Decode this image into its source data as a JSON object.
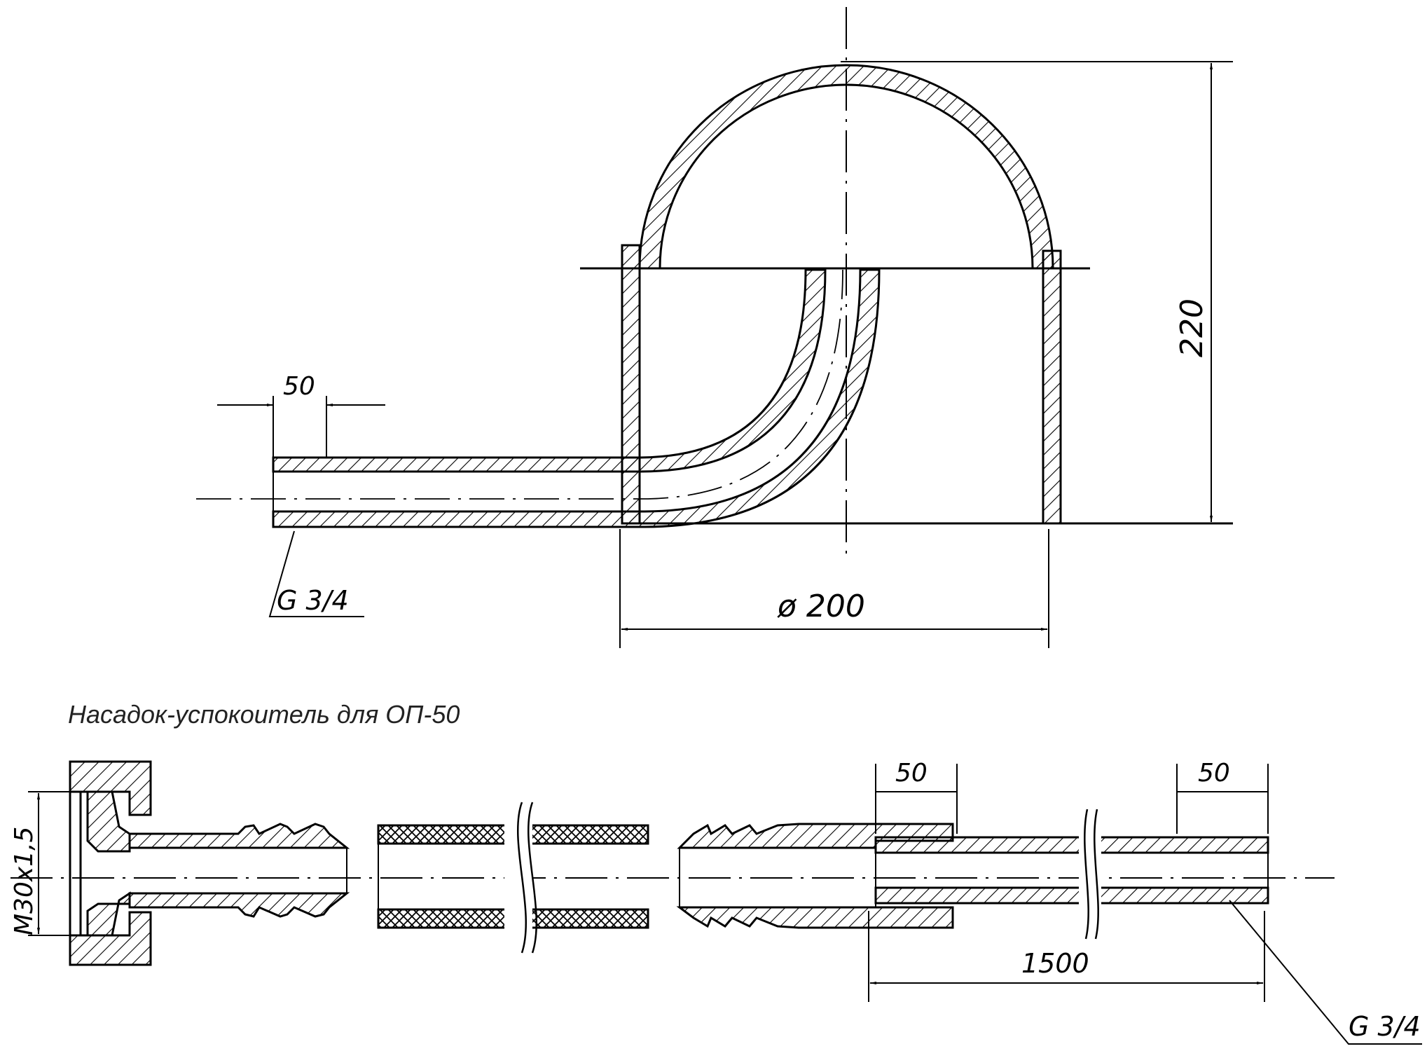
{
  "caption": "Насадок-успокоитель для ОП-50",
  "top_view": {
    "dim_inlet_length": "50",
    "dim_diameter": "ø 200",
    "dim_height": "220",
    "thread_label": "G 3/4"
  },
  "bottom_view": {
    "thread_metric": "M30x1,5",
    "dim_left_50": "50",
    "dim_right_50": "50",
    "dim_length": "1500",
    "thread_label": "G 3/4"
  },
  "colors": {
    "ink": "#000000",
    "caption": "#222222",
    "paper": "#ffffff"
  }
}
